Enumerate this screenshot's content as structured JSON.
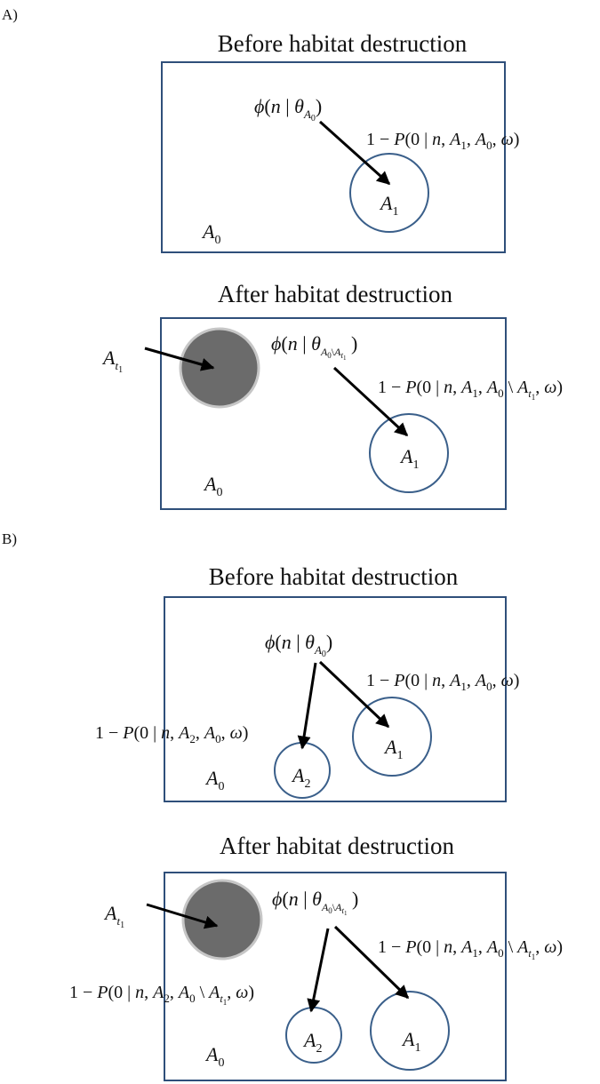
{
  "panels": [
    {
      "label": "A)",
      "before": {
        "title": "Before habitat destruction",
        "phi": "ϕ(n | θA0)",
        "prob1": "1 − P(0 | n, A1, A0, ω)",
        "patch1": "A1",
        "matrix": "A0"
      },
      "after": {
        "title": "After habitat destruction",
        "destroyed": "At1",
        "phi": "ϕ(n | θA0\\At1)",
        "prob1": "1 − P(0 | n, A1, A0 \\ At1, ω)",
        "patch1": "A1",
        "matrix": "A0"
      }
    },
    {
      "label": "B)",
      "before": {
        "title": "Before habitat destruction",
        "phi": "ϕ(n | θA0)",
        "prob1": "1 − P(0 | n, A1, A0, ω)",
        "prob2": "1 − P(0 | n, A2, A0, ω)",
        "patch1": "A1",
        "patch2": "A2",
        "matrix": "A0"
      },
      "after": {
        "title": "After habitat destruction",
        "destroyed": "At1",
        "phi": "ϕ(n | θA0\\At1)",
        "prob1": "1 − P(0 | n, A1, A0 \\ At1, ω)",
        "prob2": "1 − P(0 | n, A2, A0 \\ At1, ω)",
        "patch1": "A1",
        "patch2": "A2",
        "matrix": "A0"
      }
    }
  ]
}
